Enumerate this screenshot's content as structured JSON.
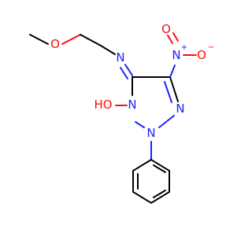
{
  "molecule": {
    "atoms": {
      "o_methoxy": "O",
      "n_imine": "N",
      "n_nitro": "N",
      "n_nitro_charge": "+",
      "o_nitro": "O",
      "o_nitro_charge": "−",
      "oh": "HO",
      "n_ring1": "N",
      "n_ring2": "N",
      "n_ring3": "N"
    },
    "colors": {
      "carbon": "#000000",
      "nitrogen": "#2020ff",
      "oxygen": "#ff0d0d"
    }
  }
}
